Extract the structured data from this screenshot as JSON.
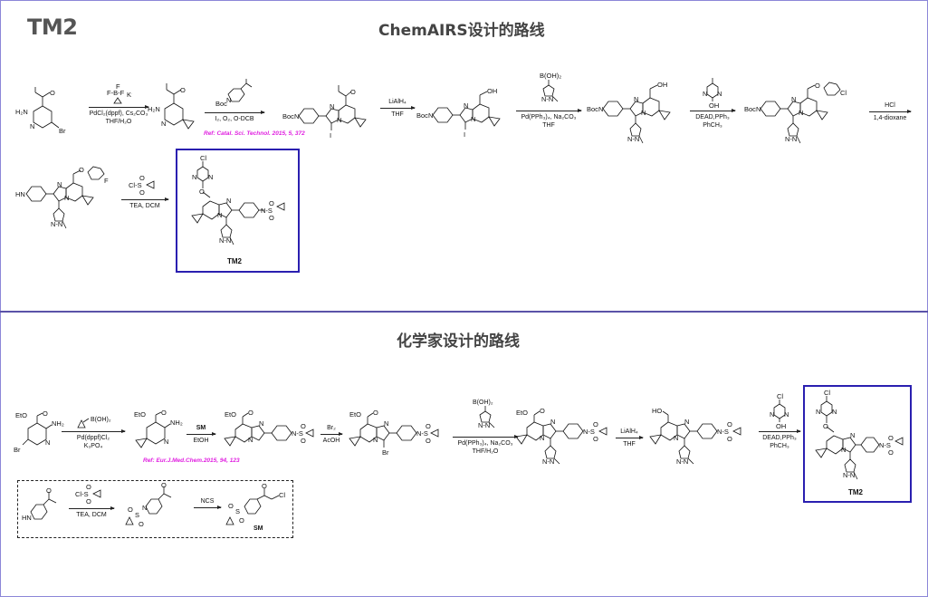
{
  "page": {
    "title": "TM2",
    "frame_color": "#8c86d8",
    "target_box_color": "#2a1fb0",
    "reference_color": "#e020e0"
  },
  "route_ai": {
    "title": "ChemAIRS设计的路线",
    "molecules": [
      {
        "name": "methyl 2-amino-5-bromonicotinate",
        "labels": [
          "H2N",
          "N",
          "Br"
        ]
      },
      {
        "name": "methyl 2-amino-5-cyclopropylnicotinate",
        "labels": [
          "H2N",
          "N"
        ]
      },
      {
        "name": "Boc-piperidinyl iodo-imidazopyridine ester",
        "labels": [
          "Boc-N",
          "N",
          "N",
          "I"
        ]
      },
      {
        "name": "Boc-piperidinyl iodo-imidazopyridine alcohol",
        "labels": [
          "Boc-N",
          "N",
          "N",
          "I",
          "OH"
        ]
      },
      {
        "name": "Boc-piperidinyl pyrazolyl alcohol",
        "labels": [
          "Boc-N",
          "N",
          "N",
          "OH",
          "N-N"
        ]
      },
      {
        "name": "Boc-protected chloropyrimidinyl ether",
        "labels": [
          "Boc-N",
          "N",
          "N",
          "O",
          "Cl",
          "N-N"
        ]
      },
      {
        "name": "piperidine free amine",
        "labels": [
          "HN",
          "N",
          "N",
          "O",
          "F",
          "N-N"
        ]
      },
      {
        "name": "TM2",
        "labels": [
          "Cl",
          "N",
          "N",
          "O",
          "N",
          "N",
          "S",
          "O",
          "O",
          "N-N"
        ],
        "caption": "TM2"
      }
    ],
    "steps": [
      {
        "reagent_top": "F-B-F  K+  (cyclopropyl)",
        "conditions": [
          "PdCl2(dppf), Cs2CO3",
          "THF/H2O"
        ]
      },
      {
        "reagent_top": "1-Boc-4-acetylpiperidine",
        "conditions": [
          "I2, O2, O-DCB"
        ],
        "reference": "Ref: Catal. Sci. Technol. 2015, 5, 372"
      },
      {
        "reagent_top": "LiAlH4",
        "conditions": [
          "THF"
        ]
      },
      {
        "reagent_top": "B(OH)2 (1-methylpyrazol-4-yl)",
        "conditions": [
          "Pd(PPh3)4, Na2CO3",
          "THF"
        ]
      },
      {
        "reagent_top": "5-chloro-2-hydroxypyrimidine  OH",
        "conditions": [
          "DEAD,PPh3",
          "PhCH3"
        ]
      },
      {
        "reagent_top": "HCl",
        "conditions": [
          "1,4-dioxane"
        ]
      },
      {
        "reagent_top": "Cl-SO2-cyclopropyl",
        "conditions": [
          "TEA, DCM"
        ]
      }
    ]
  },
  "route_chemist": {
    "title": "化学家设计的路线",
    "molecules": [
      {
        "name": "ethyl 2-amino-5-bromonicotinate",
        "labels": [
          "EtO",
          "NH2",
          "N",
          "Br"
        ]
      },
      {
        "name": "ethyl 2-amino-5-cyclopropylnicotinate",
        "labels": [
          "EtO",
          "NH2",
          "N"
        ]
      },
      {
        "name": "imidazopyridine ester sulfonamide",
        "labels": [
          "EtO",
          "N",
          "N",
          "N-S"
        ]
      },
      {
        "name": "3-bromo imidazopyridine",
        "labels": [
          "EtO",
          "N",
          "N",
          "Br",
          "N-S"
        ]
      },
      {
        "name": "pyrazolyl imidazopyridine ester",
        "labels": [
          "EtO",
          "N",
          "N",
          "N-S",
          "N-N"
        ]
      },
      {
        "name": "pyrazolyl imidazopyridine alcohol",
        "labels": [
          "HO",
          "N",
          "N",
          "N-S",
          "N-N"
        ]
      },
      {
        "name": "TM2",
        "labels": [
          "Cl",
          "N",
          "N",
          "O",
          "N",
          "N",
          "S",
          "N-N"
        ],
        "caption": "TM2"
      }
    ],
    "steps": [
      {
        "reagent_top": "cyclopropyl-B(OH)2",
        "conditions": [
          "Pd(dppf)Cl2",
          "K3PO4"
        ]
      },
      {
        "reagent_top": "SM",
        "conditions": [
          "EtOH"
        ],
        "reference": "Ref: Eur.J.Med.Chem.2015, 94, 123"
      },
      {
        "reagent_top": "Br2",
        "conditions": [
          "AcOH"
        ]
      },
      {
        "reagent_top": "B(OH)2 (1-methylpyrazol-4-yl)",
        "conditions": [
          "Pd(PPh3)4, Na2CO3",
          "THF/H2O"
        ]
      },
      {
        "reagent_top": "LiAlH4",
        "conditions": [
          "THF"
        ]
      },
      {
        "reagent_top": "5-chloro-2-hydroxypyrimidine  OH",
        "conditions": [
          "DEAD,PPh3",
          "PhCH3"
        ]
      }
    ],
    "sm_synthesis": {
      "molecules": [
        {
          "name": "4-acetylpiperidine",
          "labels": [
            "HN"
          ]
        },
        {
          "name": "1-(cyclopropylsulfonyl)-4-acetylpiperidine",
          "labels": [
            "N",
            "S",
            "O",
            "O"
          ]
        },
        {
          "name": "SM",
          "labels": [
            "S",
            "O",
            "O",
            "Cl"
          ],
          "caption": "SM"
        }
      ],
      "steps": [
        {
          "reagent_top": "Cl-SO2-cyclopropyl",
          "conditions": [
            "TEA, DCM"
          ]
        },
        {
          "reagent_top": "NCS",
          "conditions": []
        }
      ]
    }
  },
  "text": {
    "r1_s1_c1": "PdCl₂(dppf), Cs₂CO₃",
    "r1_s1_c2": "THF/H₂O",
    "r1_s2_c1": "I₂, O₂, O-DCB",
    "r1_s2_ref": "Ref: Catal. Sci. Technol. 2015, 5, 372",
    "r1_s3_t": "LiAlH₄",
    "r1_s3_c1": "THF",
    "r1_s4_t": "B(OH)₂",
    "r1_s4_c1": "Pd(PPh₃)₄, Na₂CO₃",
    "r1_s4_c2": "THF",
    "r1_s5_c1": "DEAD,PPh₃",
    "r1_s5_c2": "PhCH₃",
    "r1_s6_t": "HCl",
    "r1_s6_c1": "1,4-dioxane",
    "r1_s7_c1": "TEA, DCM",
    "r1_tm": "TM2",
    "r2_s1_t": "B(OH)₂",
    "r2_s1_c1": "Pd(dppf)Cl₂",
    "r2_s1_c2": "K₃PO₄",
    "r2_s2_t": "SM",
    "r2_s2_c1": "EtOH",
    "r2_s2_ref": "Ref: Eur.J.Med.Chem.2015, 94, 123",
    "r2_s3_t": "Br₂",
    "r2_s3_c1": "AcOH",
    "r2_s4_t": "B(OH)₂",
    "r2_s4_c1": "Pd(PPh₃)₄, Na₂CO₃",
    "r2_s4_c2": "THF/H₂O",
    "r2_s5_t": "LiAlH₄",
    "r2_s5_c1": "THF",
    "r2_s6_c1": "DEAD,PPh₃",
    "r2_s6_c2": "PhCH₃",
    "r2_tm": "TM2",
    "sm_s1_c1": "TEA, DCM",
    "sm_s2_t": "NCS",
    "sm_label": "SM"
  }
}
